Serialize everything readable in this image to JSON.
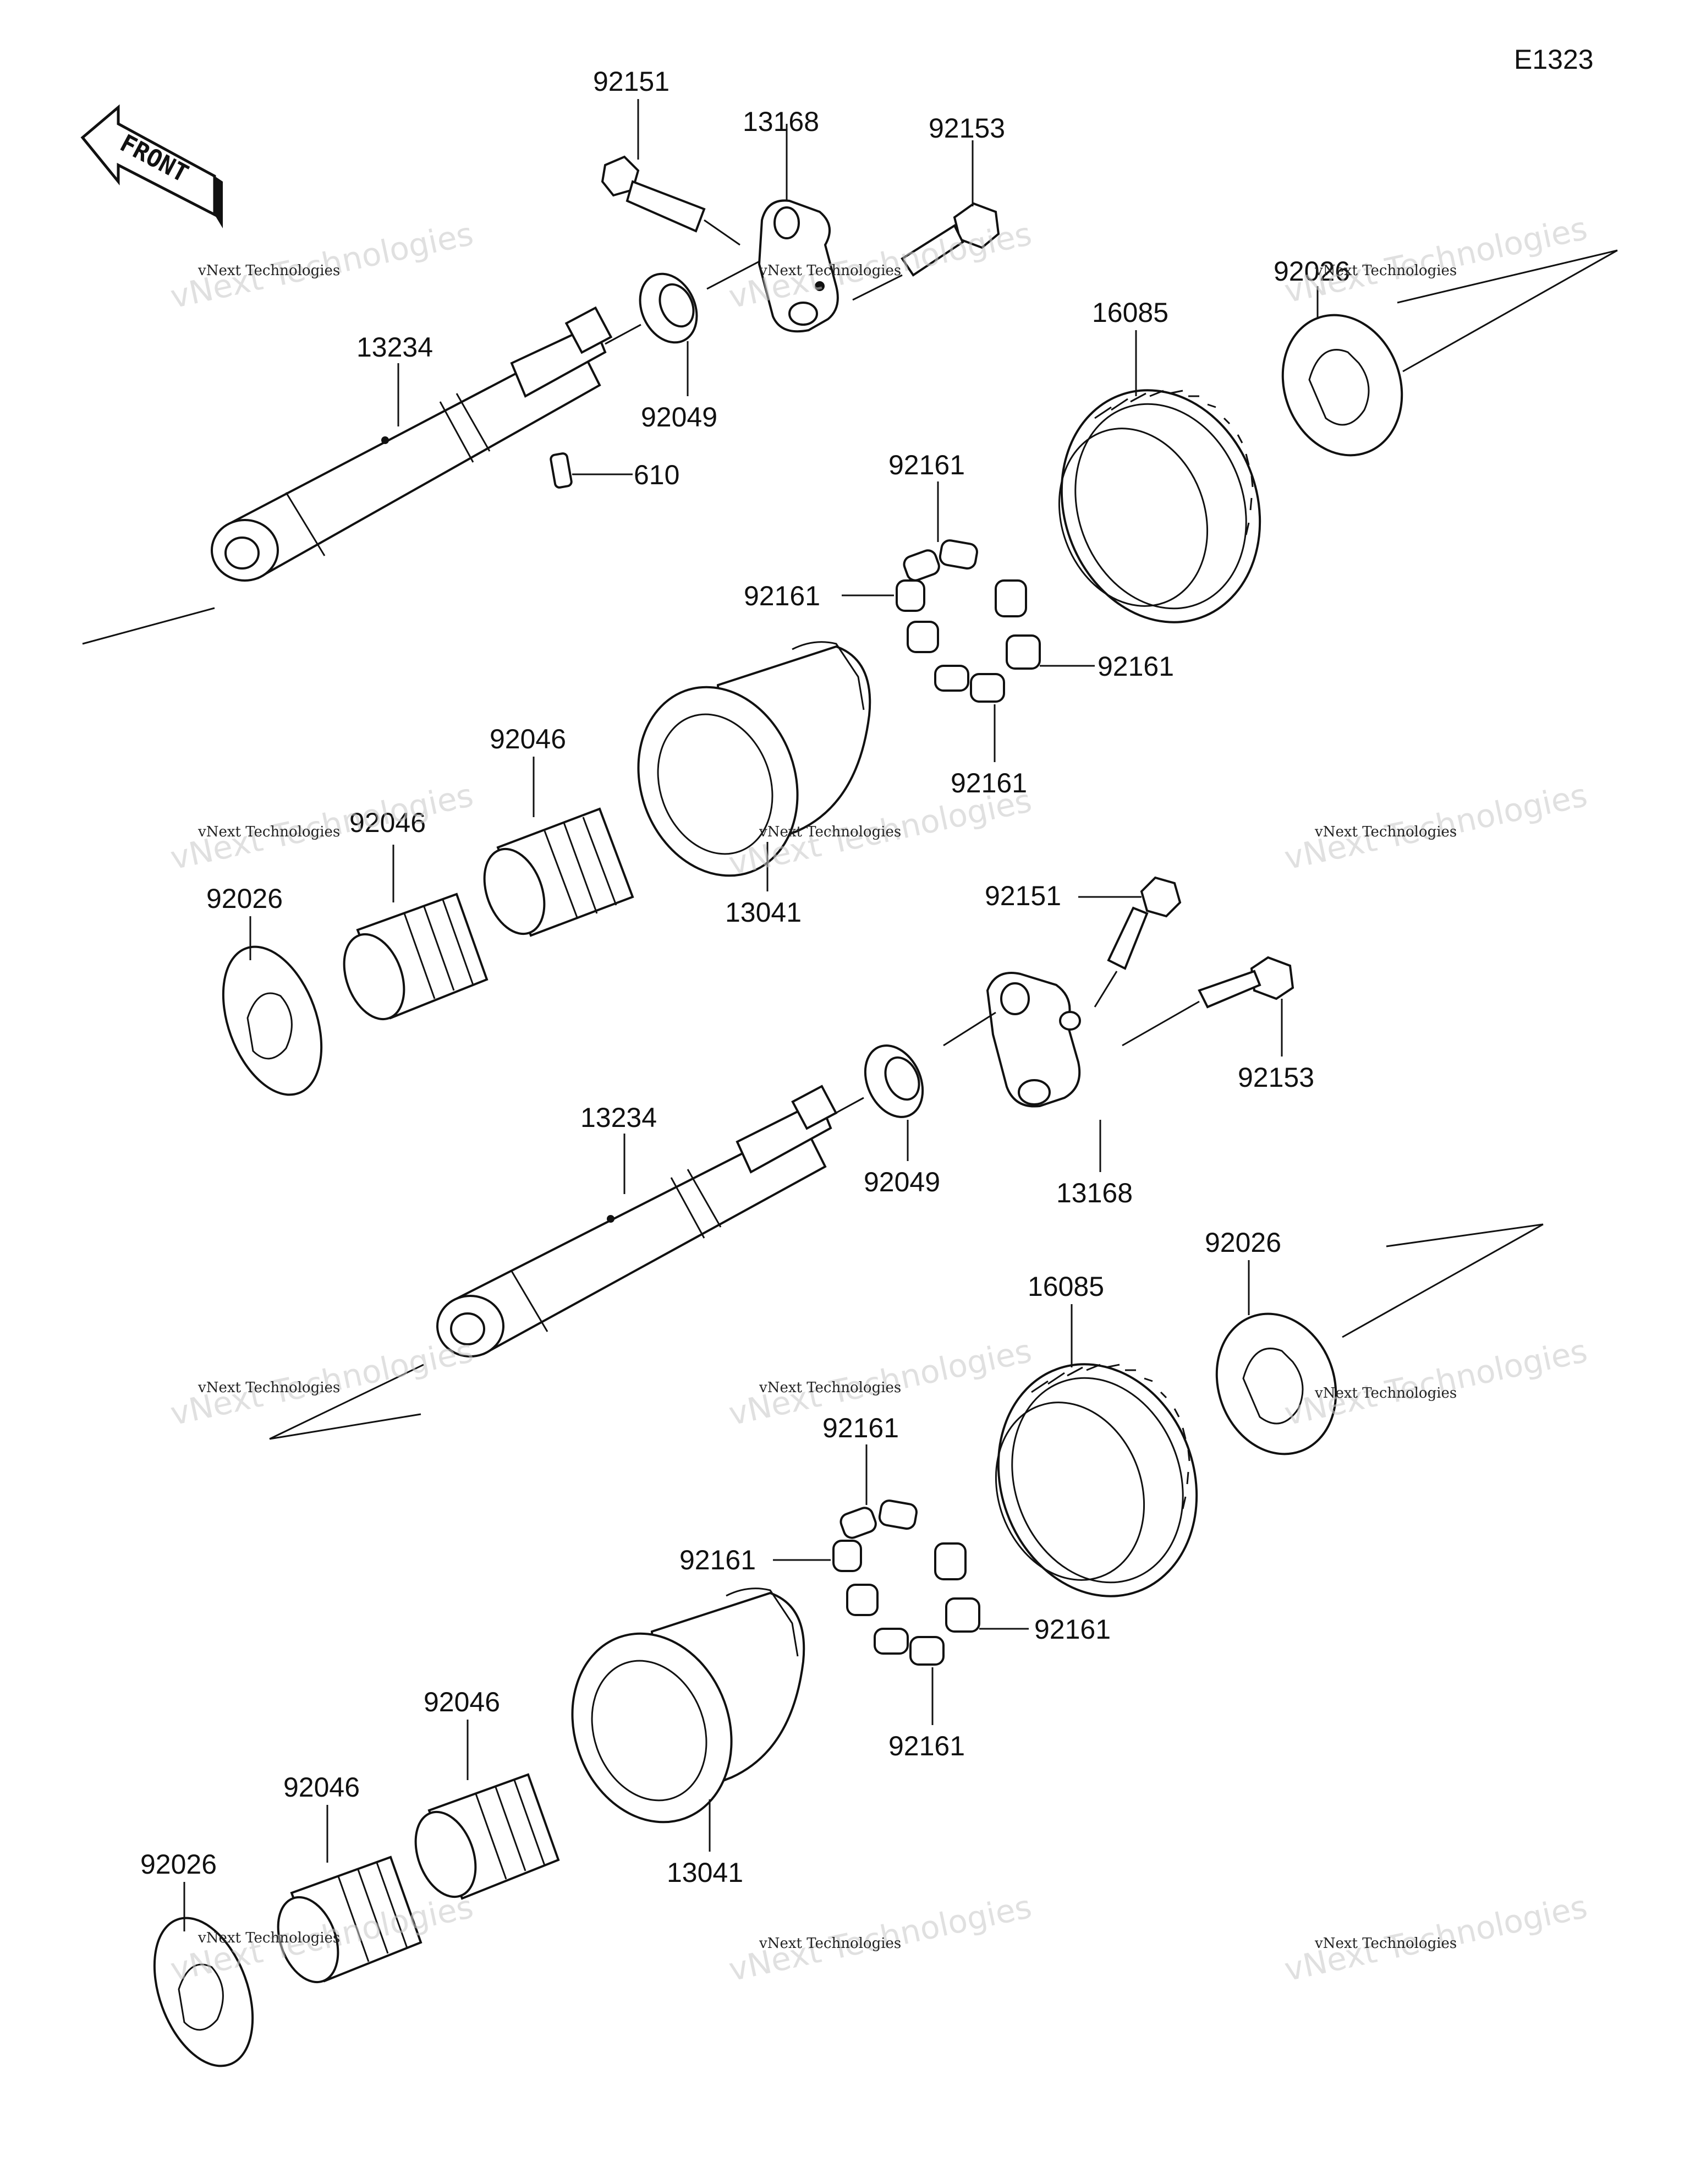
{
  "diagram_code": "E1323",
  "front_label": "FRONT",
  "watermark": {
    "line1": "vNext Technologies",
    "line2": "vNext",
    "line3": "Technologies"
  },
  "labels": {
    "a_92151": "92151",
    "a_13168": "13168",
    "a_92153": "92153",
    "a_92026": "92026",
    "a_16085": "16085",
    "a_13234": "13234",
    "a_92049": "92049",
    "a_610": "610",
    "a_92161_top": "92161",
    "a_92161_left": "92161",
    "a_92161_right": "92161",
    "a_92161_bottom": "92161",
    "a_92046_hi": "92046",
    "a_92046_lo": "92046",
    "a_92026_left": "92026",
    "a_13041": "13041",
    "b_92151": "92151",
    "b_92153": "92153",
    "b_13234": "13234",
    "b_92049": "92049",
    "b_13168": "13168",
    "b_92026": "92026",
    "b_16085": "16085",
    "b_92161_top": "92161",
    "b_92161_left": "92161",
    "b_92161_right": "92161",
    "b_92161_bottom": "92161",
    "b_92046_hi": "92046",
    "b_92046_lo": "92046",
    "b_92026_left": "92026",
    "b_13041": "13041"
  }
}
